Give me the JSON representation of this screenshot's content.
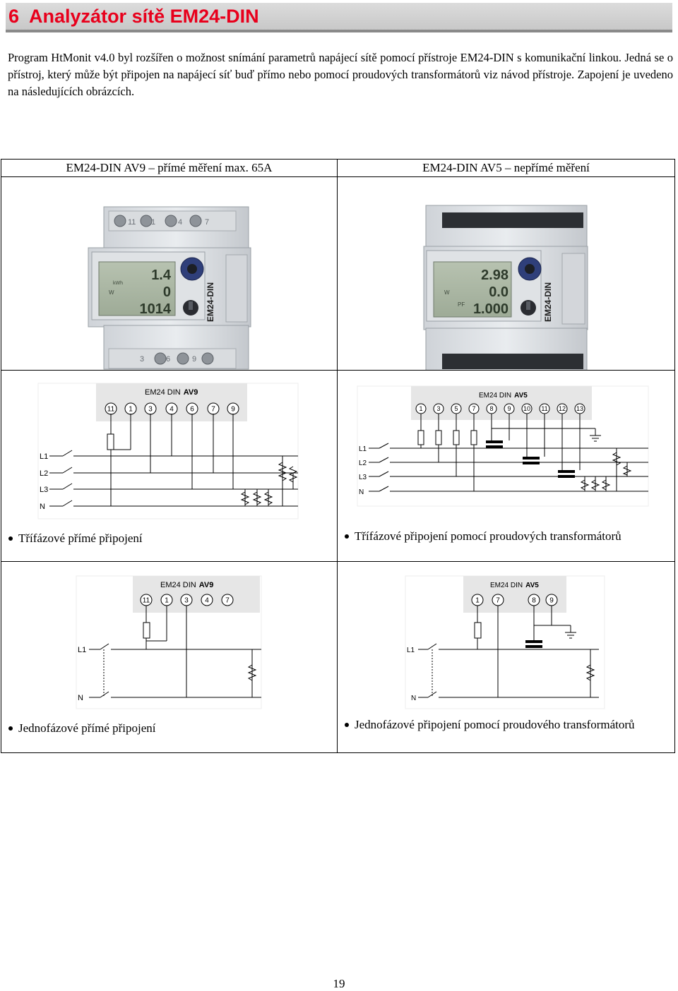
{
  "heading": {
    "number": "6",
    "title": "Analyzátor sítě EM24-DIN"
  },
  "intro": "Program HtMonit v4.0 byl rozšířen o možnost snímání parametrů napájecí sítě pomocí přístroje EM24-DIN s komunikační linkou. Jedná se o přístroj, který může být připojen na napájecí síť buď přímo nebo pomocí proudových transformátorů viz návod přístroje. Zapojení je uvedeno na následujících obrázcích.",
  "table": {
    "col_left_header": "EM24-DIN AV9 – přímé měření max. 65A",
    "col_right_header": "EM24-DIN AV5 – nepřímé měření",
    "left_device": {
      "terminals_top": [
        "11",
        "1",
        "4",
        "7"
      ],
      "terminals_bottom": [
        "3",
        "6",
        "9"
      ],
      "display": [
        "1.4",
        "0",
        "1014"
      ],
      "units": [
        "kWh",
        "W"
      ],
      "side_label": "EM24-DIN"
    },
    "right_device": {
      "display": [
        "2.98",
        "0.0",
        "1.000"
      ],
      "units": [
        "W",
        "PF"
      ],
      "side_label": "EM24-DIN"
    },
    "diagram1_left": {
      "model_prefix": "EM24 DIN",
      "model": "AV9",
      "terminals": [
        "11",
        "1",
        "3",
        "4",
        "6",
        "7",
        "9"
      ],
      "lines": [
        "L1",
        "L2",
        "L3",
        "N"
      ],
      "caption": "Třífázové přímé připojení"
    },
    "diagram1_right": {
      "model_prefix": "EM24 DIN",
      "model": "AV5",
      "terminals": [
        "1",
        "3",
        "5",
        "7",
        "8",
        "9",
        "10",
        "11",
        "12",
        "13"
      ],
      "lines": [
        "L1",
        "L2",
        "L3",
        "N"
      ],
      "caption": "Třífázové připojení pomocí proudových transformátorů"
    },
    "diagram2_left": {
      "model_prefix": "EM24 DIN",
      "model": "AV9",
      "terminals": [
        "11",
        "1",
        "3",
        "4",
        "7"
      ],
      "lines": [
        "L1",
        "N"
      ],
      "caption": "Jednofázové přímé připojení"
    },
    "diagram2_right": {
      "model_prefix": "EM24 DIN",
      "model": "AV5",
      "terminals": [
        "1",
        "7",
        "8",
        "9"
      ],
      "lines": [
        "L1",
        "N"
      ],
      "caption": "Jednofázové připojení pomocí proudového transformátorů"
    }
  },
  "page_number": "19",
  "colors": {
    "heading_red": "#e8001c",
    "heading_bar": "#d0d0d0"
  }
}
